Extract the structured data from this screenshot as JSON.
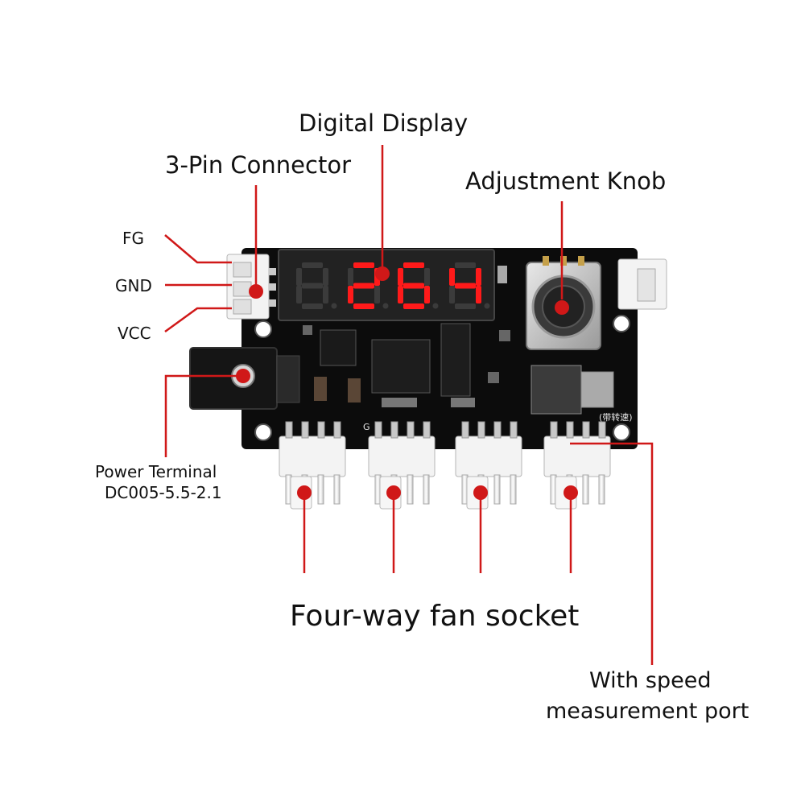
{
  "labels": {
    "digital_display": "Digital Display",
    "three_pin_connector": "3-Pin Connector",
    "adjustment_knob": "Adjustment Knob",
    "fg": "FG",
    "gnd": "GND",
    "vcc": "VCC",
    "power_terminal_line1": "Power Terminal",
    "power_terminal_line2": "DC005-5.5-2.1",
    "four_way_fan_socket": "Four-way fan socket",
    "speed_port_line1": "With speed",
    "speed_port_line2": "measurement port"
  },
  "display": {
    "digits": [
      "2",
      "6",
      "4"
    ],
    "digit_color": "#ff1a1a"
  },
  "board": {
    "silk_label": "(带转速)",
    "pin_mark": "G"
  },
  "colors": {
    "leader_line": "#d01818",
    "pcb": "#0c0c0c",
    "connector": "#f2f2f2"
  }
}
